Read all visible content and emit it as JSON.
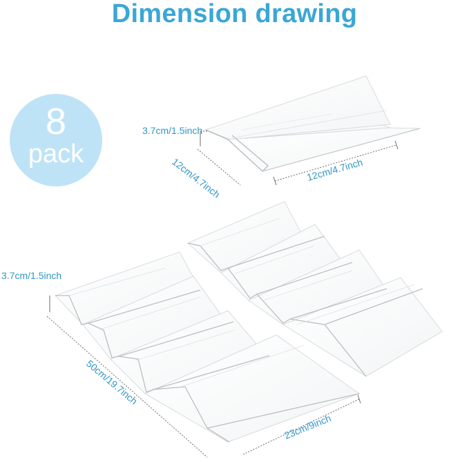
{
  "title": "Dimension drawing",
  "badge": {
    "number": "8",
    "word": "pack"
  },
  "single_riser": {
    "height": "3.7cm/1.5inch",
    "depth": "12cm/4.7inch",
    "width": "12cm/4.7inch"
  },
  "assembled_set": {
    "height": "3.7cm/1.5inch",
    "length": "50cm/19.7inch",
    "width": "23cm/9inch"
  },
  "colors": {
    "accent": "#3aa7d6",
    "badge": "#bfe3f6",
    "dimension_text": "#2f97c7"
  }
}
